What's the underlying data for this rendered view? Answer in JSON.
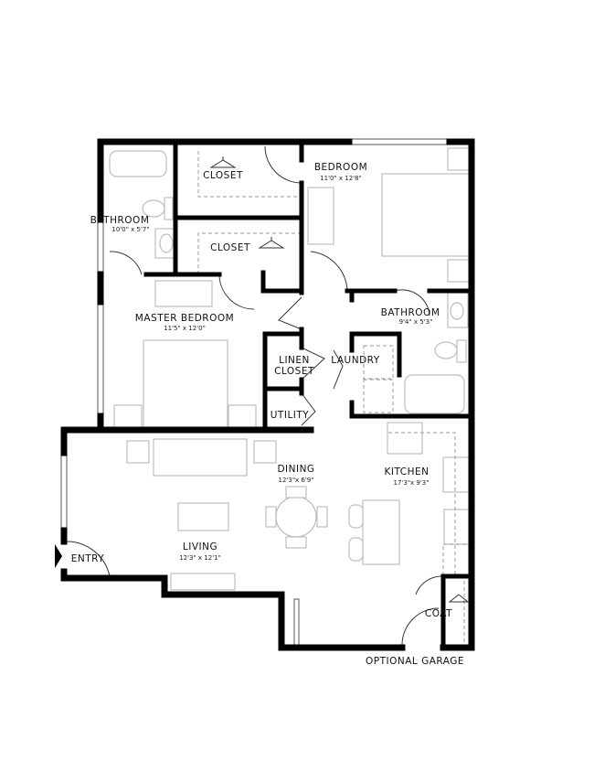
{
  "rooms": {
    "bedroom": {
      "name": "BEDROOM",
      "size": "11'0\" x 12'8\""
    },
    "closet1": {
      "name": "CLOSET"
    },
    "closet2": {
      "name": "CLOSET"
    },
    "bathroom1": {
      "name": "BATHROOM",
      "size": "10'0\" x 5'7\""
    },
    "master": {
      "name": "MASTER BEDROOM",
      "size": "11'5\" x 12'0\""
    },
    "bathroom2": {
      "name": "BATHROOM",
      "size": "9'4\" x 5'3\""
    },
    "linen": {
      "line1": "LINEN",
      "line2": "CLOSET"
    },
    "laundry": {
      "name": "LAUNDRY"
    },
    "utility": {
      "name": "UTILITY"
    },
    "dining": {
      "name": "DINING",
      "size": "12'3\"x 6'9\""
    },
    "kitchen": {
      "name": "KITCHEN",
      "size": "17'3\"x 9'3\""
    },
    "living": {
      "name": "LIVING",
      "size": "12'3\" x 12'1\""
    },
    "entry": {
      "name": "ENTRY"
    },
    "coat": {
      "name": "COAT"
    }
  },
  "optional_garage": "OPTIONAL GARAGE"
}
